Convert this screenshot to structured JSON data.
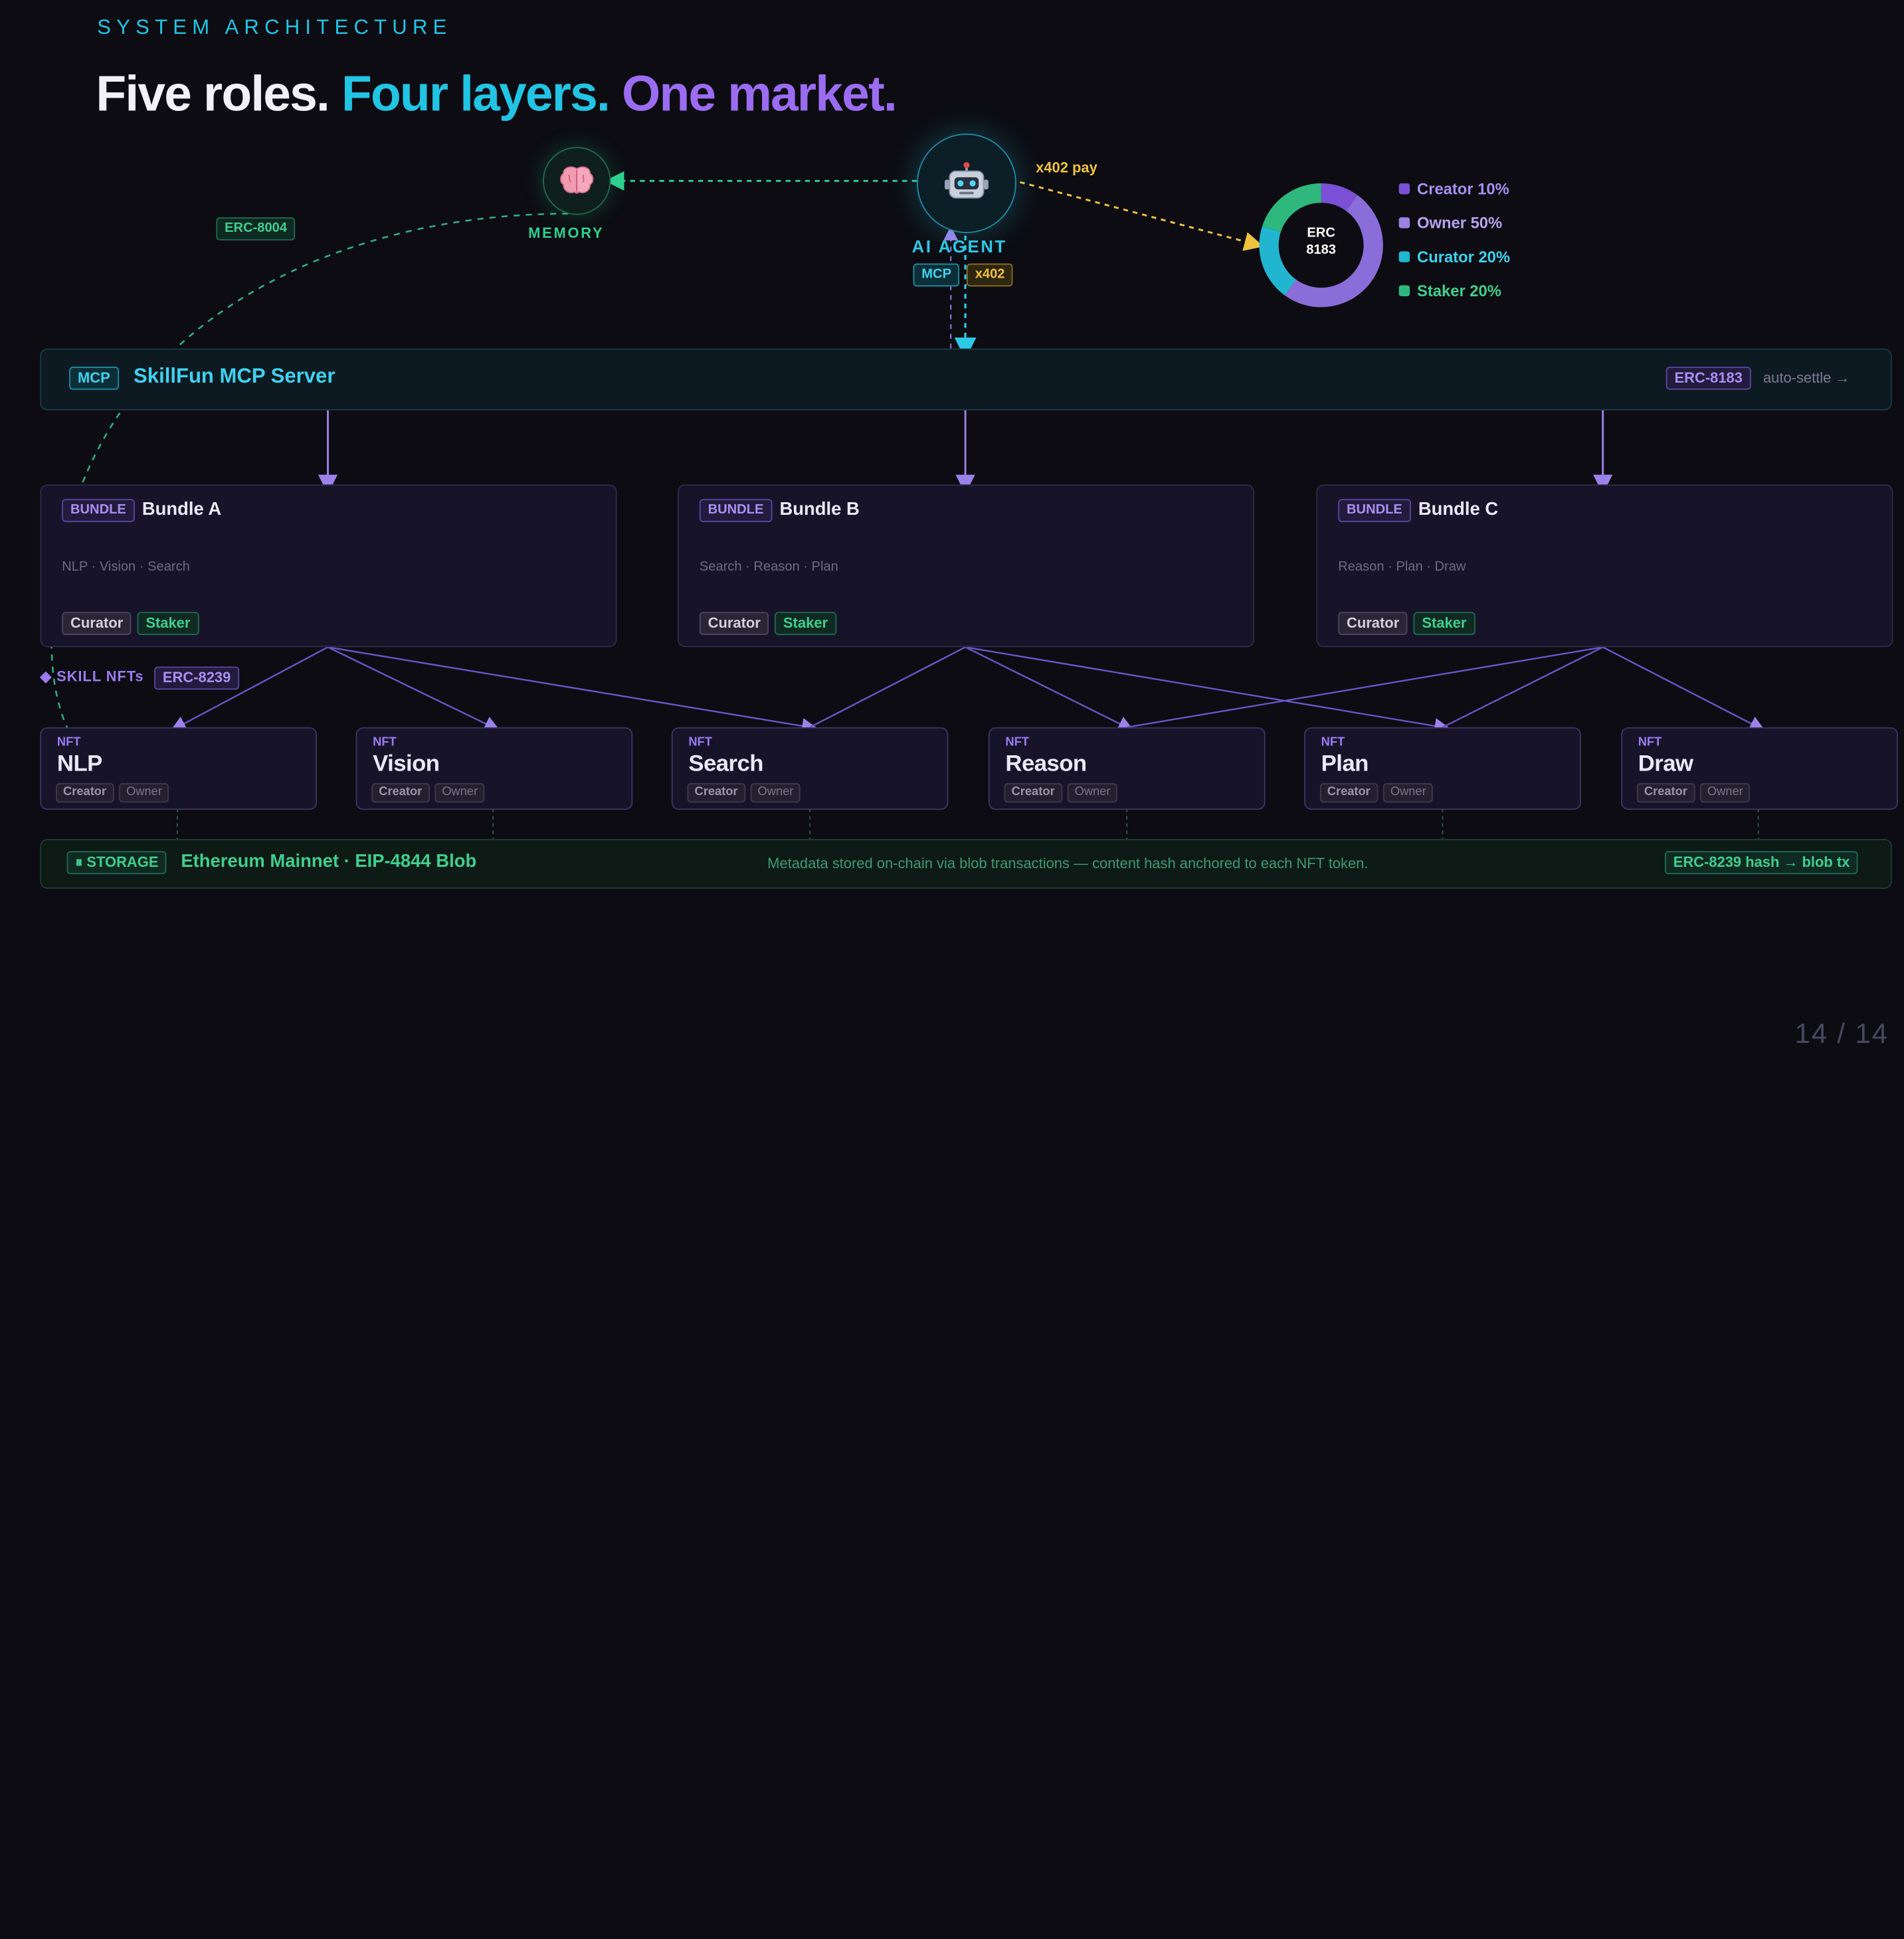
{
  "header": {
    "eyebrow": "SYSTEM ARCHITECTURE",
    "headline_part1": "Five roles.",
    "headline_part2": "Four layers.",
    "headline_part3": "One market."
  },
  "memory": {
    "icon": "brain-icon",
    "label": "MEMORY",
    "badge": "ERC-8004"
  },
  "agent": {
    "icon": "robot-icon",
    "label": "AI AGENT",
    "badges": [
      "MCP",
      "x402"
    ],
    "pay_label": "x402 pay"
  },
  "royalty": {
    "center_label": "ERC\n8183",
    "legend": [
      {
        "label": "Creator 10%",
        "color": "#7b4fd6"
      },
      {
        "label": "Owner 50%",
        "color": "#8a6dd8"
      },
      {
        "label": "Curator 20%",
        "color": "#21b5cf"
      },
      {
        "label": "Staker 20%",
        "color": "#2fb87e"
      }
    ]
  },
  "chart_data": {
    "type": "pie",
    "categories": [
      "Creator",
      "Owner",
      "Curator",
      "Staker"
    ],
    "values": [
      10,
      50,
      20,
      20
    ],
    "colors": [
      "#7b4fd6",
      "#8a6dd8",
      "#21b5cf",
      "#2fb87e"
    ],
    "center_label": "ERC 8183",
    "legend_position": "right"
  },
  "mcp_server": {
    "badge": "MCP",
    "title": "SkillFun MCP Server",
    "erc_badge": "ERC-8183",
    "settle_label": "auto-settle →"
  },
  "bundles": [
    {
      "tag": "BUNDLE",
      "title": "Bundle A",
      "skills": "NLP · Vision · Search",
      "roles": [
        "Curator",
        "Staker"
      ]
    },
    {
      "tag": "BUNDLE",
      "title": "Bundle B",
      "skills": "Search · Reason · Plan",
      "roles": [
        "Curator",
        "Staker"
      ]
    },
    {
      "tag": "BUNDLE",
      "title": "Bundle C",
      "skills": "Reason · Plan · Draw",
      "roles": [
        "Curator",
        "Staker"
      ]
    }
  ],
  "skill_nfts": {
    "label": "◆ SKILL NFTs",
    "badge": "ERC-8239"
  },
  "nfts": [
    {
      "tag": "NFT",
      "name": "NLP",
      "roles": [
        "Creator",
        "Owner"
      ]
    },
    {
      "tag": "NFT",
      "name": "Vision",
      "roles": [
        "Creator",
        "Owner"
      ]
    },
    {
      "tag": "NFT",
      "name": "Search",
      "roles": [
        "Creator",
        "Owner"
      ]
    },
    {
      "tag": "NFT",
      "name": "Reason",
      "roles": [
        "Creator",
        "Owner"
      ]
    },
    {
      "tag": "NFT",
      "name": "Plan",
      "roles": [
        "Creator",
        "Owner"
      ]
    },
    {
      "tag": "NFT",
      "name": "Draw",
      "roles": [
        "Creator",
        "Owner"
      ]
    }
  ],
  "storage": {
    "badge": "⏸ STORAGE",
    "title": "Ethereum Mainnet · EIP-4844 Blob",
    "description": "Metadata stored on-chain via blob transactions — content hash anchored to each NFT token.",
    "hash_badge": "ERC-8239 hash → blob tx"
  },
  "page_counter": "14 / 14"
}
